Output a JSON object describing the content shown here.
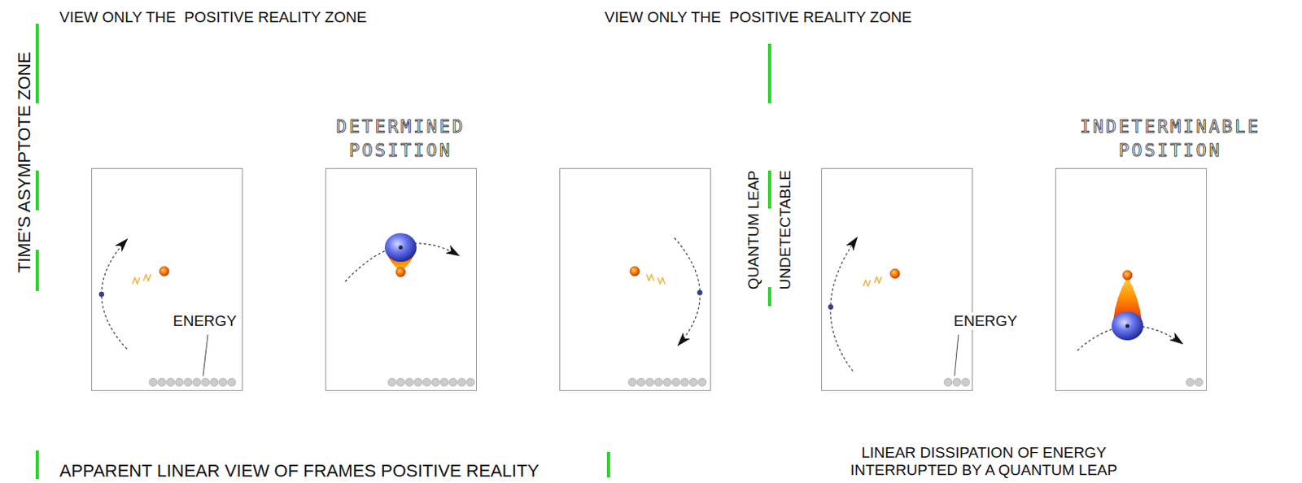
{
  "diagram": {
    "labels": [
      "VIEW ONLY THE  POSITIVE REALITY ZONE",
      "VIEW ONLY THE  POSITIVE REALITY ZONE",
      "TIME'S ASYMPTOTE ZONE",
      "DETERMINED POSITION",
      "INDETERMINABLE POSITION",
      "QUANTUM LEAP",
      "UNDETECTABLE",
      "ENERGY",
      "ENERGY",
      "APPARENT LINEAR VIEW OF FRAMES POSITIVE REALITY",
      "LINEAR DISSIPATION OF ENERGY INTERRUPTED BY A QUANTUM LEAP"
    ]
  }
}
